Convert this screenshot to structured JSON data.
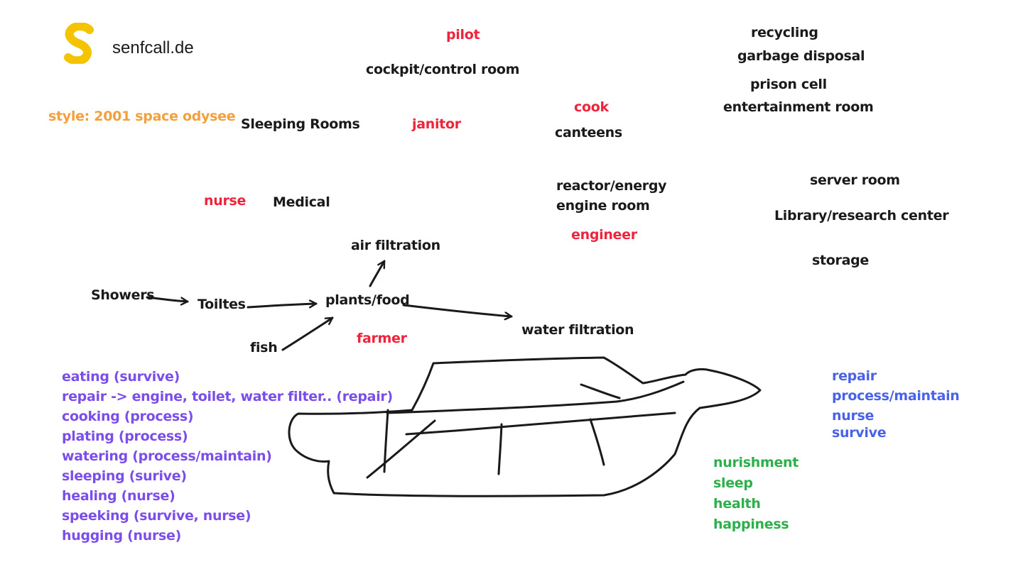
{
  "logo": {
    "text": "senfcall.de",
    "color": "#f5c400"
  },
  "colors": {
    "black": "#1a1a1a",
    "red": "#ef233c",
    "orange": "#f2a03d",
    "purple": "#7b4dea",
    "blue": "#4a62e8",
    "green": "#2db04c"
  },
  "style_note": "style: 2001 space odysee",
  "rooms": {
    "cockpit": "cockpit/control room",
    "sleeping": "Sleeping Rooms",
    "canteens": "canteens",
    "medical": "Medical",
    "reactor": "reactor/energy",
    "engine_room": "engine room",
    "air_filtration": "air filtration",
    "showers": "Showers",
    "toilets": "Toiltes",
    "plants_food": "plants/food",
    "fish": "fish",
    "water_filtration": "water filtration",
    "recycling": "recycling",
    "garbage": "garbage disposal",
    "prison": "prison cell",
    "entertainment": "entertainment room",
    "server": "server room",
    "library": "Library/research center",
    "storage": "storage"
  },
  "roles": {
    "pilot": "pilot",
    "janitor": "janitor",
    "cook": "cook",
    "nurse": "nurse",
    "engineer": "engineer",
    "farmer": "farmer"
  },
  "activities": [
    "eating (survive)",
    "repair -> engine, toilet, water filter.. (repair)",
    "cooking (process)",
    "plating (process)",
    "watering (process/maintain)",
    "sleeping (surive)",
    "healing (nurse)",
    "speeking (survive, nurse)",
    "hugging (nurse)"
  ],
  "categories": [
    "repair",
    "process/maintain",
    "nurse",
    "survive"
  ],
  "needs": [
    "nurishment",
    "sleep",
    "health",
    "happiness"
  ]
}
